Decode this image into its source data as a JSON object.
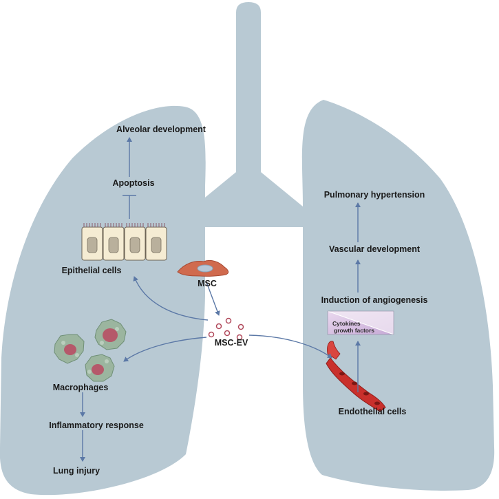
{
  "colors": {
    "lung": "#b8c9d3",
    "arrow": "#5b78a6",
    "epithelial_fill": "#f5ecd3",
    "epithelial_nucleus": "#b9b09c",
    "macrophage": "#9bb59f",
    "macrophage_nucleus": "#b5596a",
    "endothelial": "#c9302c",
    "msc": "#d06a4e",
    "ev": "#b14a5c",
    "cytokine_bar": "#cbb5d8"
  },
  "labels": {
    "alveolar_development": "Alveolar development",
    "apoptosis": "Apoptosis",
    "epithelial_cells": "Epithelial cells",
    "msc": "MSC",
    "msc_ev": "MSC-EV",
    "macrophages": "Macrophages",
    "inflammatory_response": "Inflammatory response",
    "lung_injury": "Lung injury",
    "pulmonary_hypertension": "Pulmonary hypertension",
    "vascular_development": "Vascular development",
    "induction_of_angiogenesis": "Induction of  angiogenesis",
    "cytokines": "Cytokines",
    "growth_factors": "growth factors",
    "endothelial_cells": "Endothelial cells"
  }
}
